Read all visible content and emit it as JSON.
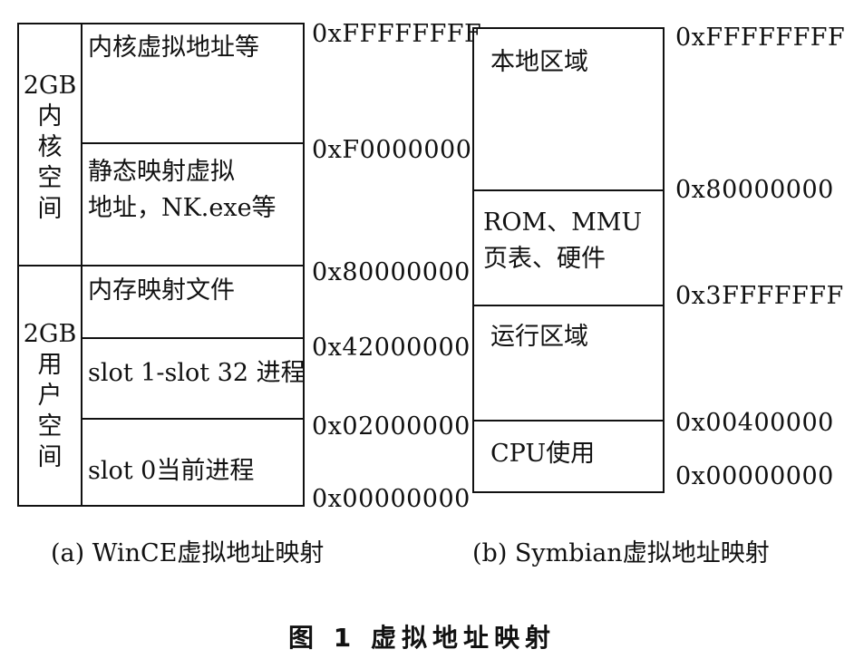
{
  "wince": {
    "side_labels": {
      "kernel": [
        "2GB",
        "内",
        "核",
        "空",
        "间"
      ],
      "user": [
        "2GB",
        "用",
        "户",
        "空",
        "间"
      ]
    },
    "regions": [
      [
        "内核虚拟地址等"
      ],
      [
        "静态映射虚拟",
        "地址，NK.exe等"
      ],
      [
        "内存映射文件"
      ],
      [
        "slot 1-slot 32 进程"
      ],
      [
        "slot 0当前进程"
      ]
    ],
    "addresses": [
      "0xFFFFFFFF",
      "0xF0000000",
      "0x80000000",
      "0x42000000",
      "0x02000000",
      "0x00000000"
    ],
    "caption": "(a) WinCE虚拟地址映射"
  },
  "symbian": {
    "regions": [
      [
        "本地区域"
      ],
      [
        "ROM、MMU",
        "页表、硬件"
      ],
      [
        "运行区域"
      ],
      [
        "CPU使用"
      ]
    ],
    "addresses": [
      "0xFFFFFFFF",
      "0x80000000",
      "0x3FFFFFFF",
      "0x00400000",
      "0x00000000"
    ],
    "caption": "(b) Symbian虚拟地址映射"
  },
  "figure_caption": "图 1    虚拟地址映射"
}
